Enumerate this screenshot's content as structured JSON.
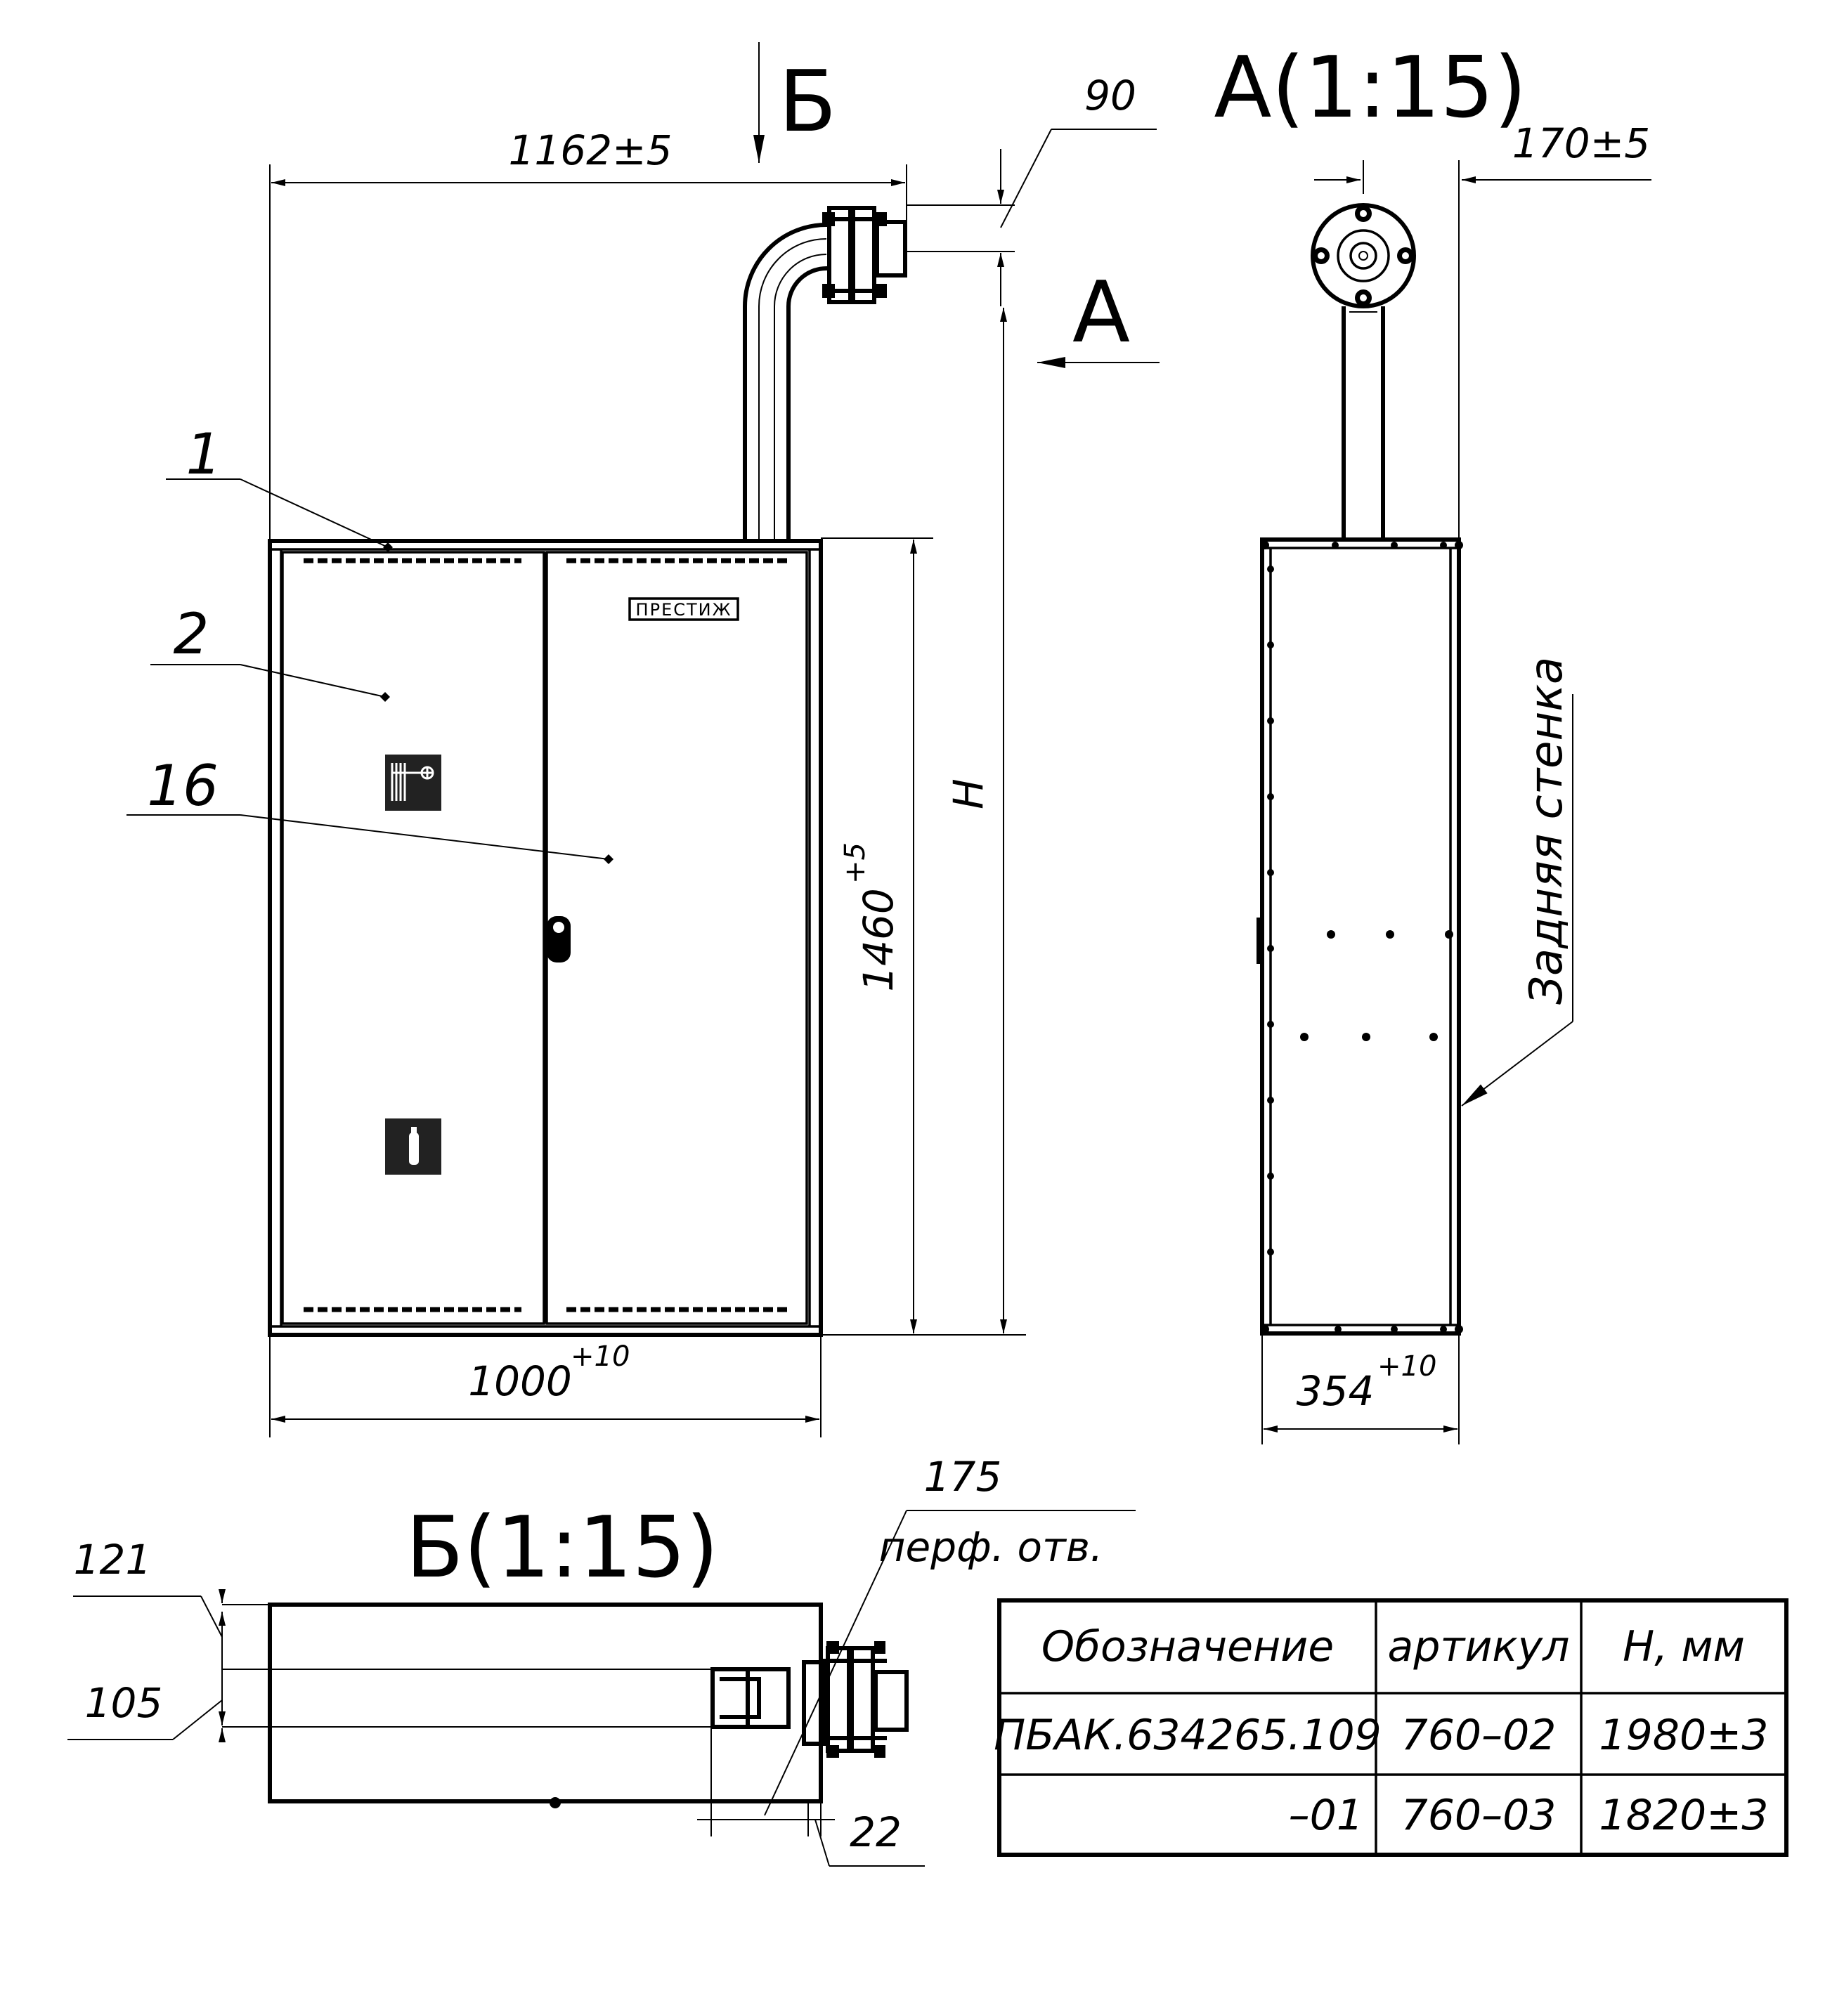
{
  "labels": {
    "view_b_arrow": "Б",
    "view_a_arrow": "А",
    "view_a_title": "А(1:15)",
    "view_b_title": "Б(1:15)",
    "brand_plate": "ПРЕСТИЖ",
    "rear_wall": "Задняя стенка",
    "perf_holes": "перф. отв."
  },
  "callouts": [
    "1",
    "2",
    "16"
  ],
  "dimensions": {
    "overall_width": "1162±5",
    "flange_offset": "90",
    "side_depth_top": "170±5",
    "height_var": "H",
    "body_height": "1460",
    "body_height_tol": "+5",
    "body_width": "1000",
    "body_width_tol": "+10",
    "side_depth": "354",
    "side_depth_tol": "+10",
    "perf_count": "175",
    "dim_121": "121",
    "dim_105": "105",
    "dim_22": "22"
  },
  "table": {
    "headers": [
      "Обозначение",
      "артикул",
      "Н, мм"
    ],
    "rows": [
      [
        "ПБАК.634265.109",
        "760–02",
        "1980±3"
      ],
      [
        "–01",
        "760–03",
        "1820±3"
      ]
    ]
  }
}
